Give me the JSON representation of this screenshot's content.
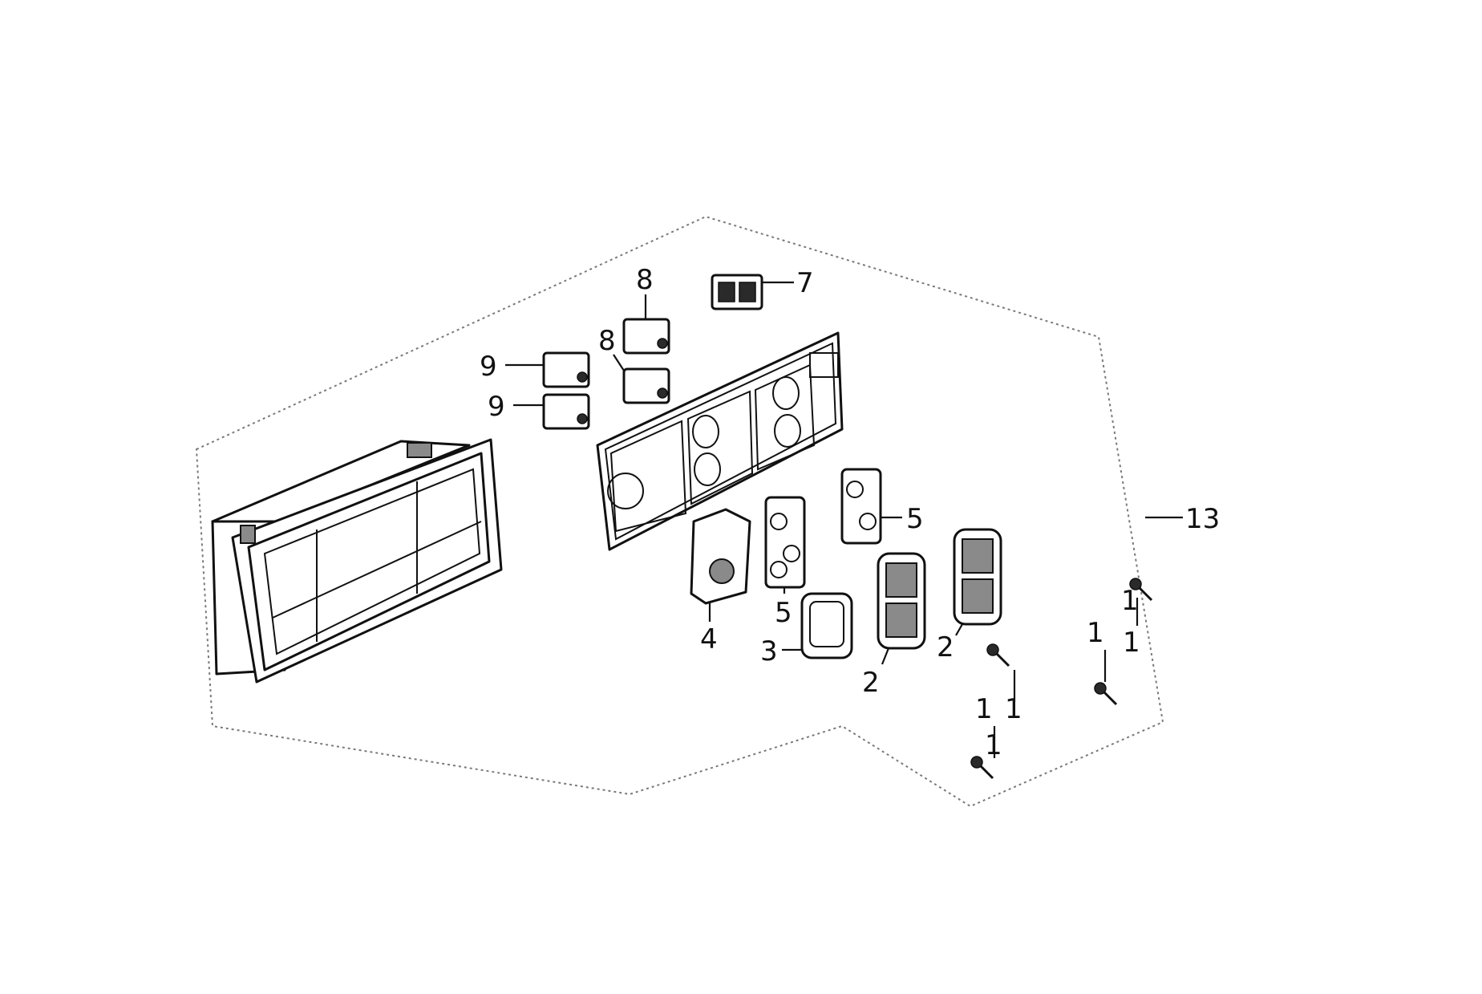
{
  "callouts": [
    {
      "id": "c13",
      "text": "13"
    },
    {
      "id": "c7",
      "text": "7"
    },
    {
      "id": "c8a",
      "text": "8"
    },
    {
      "id": "c8b",
      "text": "8"
    },
    {
      "id": "c9a",
      "text": "9"
    },
    {
      "id": "c9b",
      "text": "9"
    },
    {
      "id": "c5a",
      "text": "5"
    },
    {
      "id": "c5b",
      "text": "5"
    },
    {
      "id": "c4",
      "text": "4"
    },
    {
      "id": "c3",
      "text": "3"
    },
    {
      "id": "c2a",
      "text": "2"
    },
    {
      "id": "c2b",
      "text": "2"
    },
    {
      "id": "c1a",
      "text": "1"
    },
    {
      "id": "c1b",
      "text": "1"
    },
    {
      "id": "c1c",
      "text": "1"
    },
    {
      "id": "c1d",
      "text": "1"
    },
    {
      "id": "c1e",
      "text": "1"
    },
    {
      "id": "c1f",
      "text": "1"
    }
  ],
  "colors": {
    "line": "#111111",
    "boundary": "#7a7a7a",
    "fill": "#ffffff",
    "shade": "#8a8a8a"
  }
}
